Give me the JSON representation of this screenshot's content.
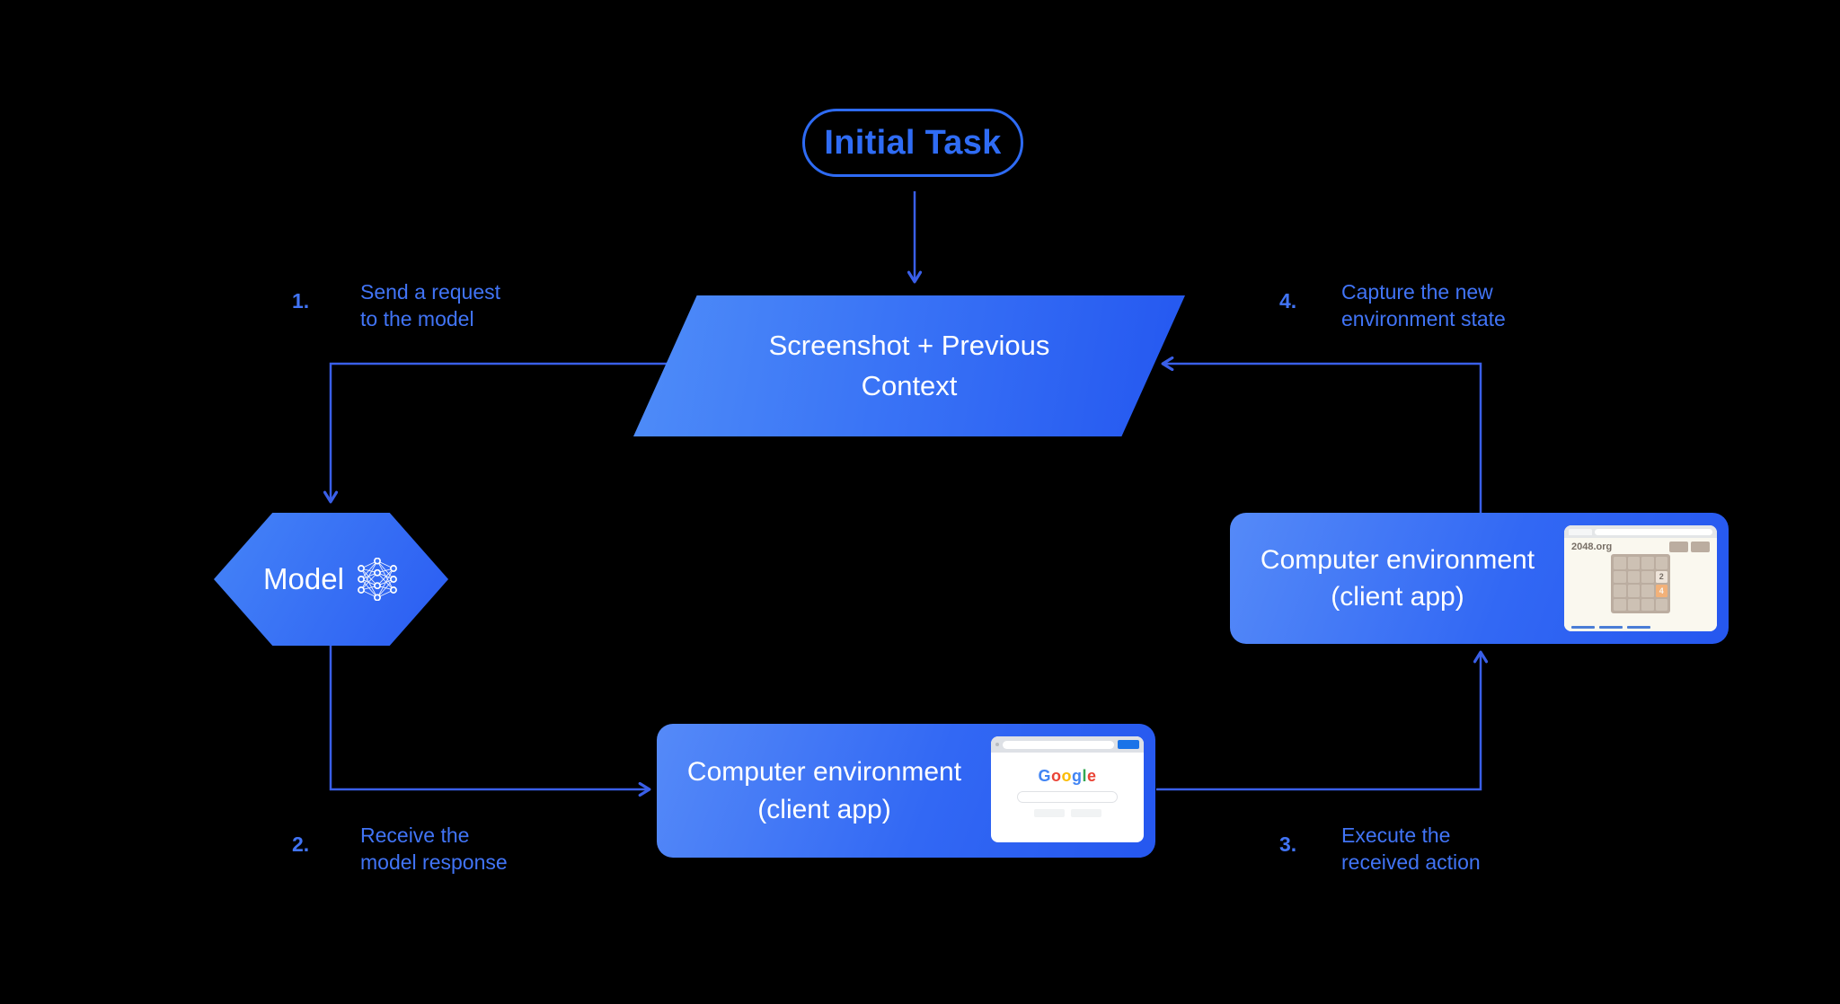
{
  "colors": {
    "background": "#000000",
    "accent_blue": "#2e6bf4",
    "label_blue": "#4174f6",
    "arrow_blue": "#3a5fe8",
    "node_gradient_start": "#4f8df8",
    "node_gradient_end": "#2457f0",
    "google_logo_letter_colors": [
      "#4285F4",
      "#EA4335",
      "#FBBC05",
      "#4285F4",
      "#34A853",
      "#EA4335"
    ],
    "game_board_tan": "#bbada0"
  },
  "nodes": {
    "initial_task": {
      "label": "Initial Task"
    },
    "screenshot_context": {
      "line1": "Screenshot + Previous",
      "line2": "Context"
    },
    "model": {
      "label": "Model",
      "icon": "neural-network-icon"
    },
    "client_env_action": {
      "line1": "Computer environment",
      "line2": "(client app)",
      "thumbnail": "google-search-screenshot"
    },
    "client_env_capture": {
      "line1": "Computer environment",
      "line2": "(client app)",
      "thumbnail": "2048-game-screenshot"
    }
  },
  "steps": [
    {
      "number": "1.",
      "line1": "Send a request",
      "line2": "to the model"
    },
    {
      "number": "2.",
      "line1": "Receive the",
      "line2": "model response"
    },
    {
      "number": "3.",
      "line1": "Execute the",
      "line2": "received action"
    },
    {
      "number": "4.",
      "line1": "Capture the new",
      "line2": "environment state"
    }
  ],
  "thumbnails": {
    "google": {
      "name": "google-search-screenshot",
      "logo_letters": [
        "G",
        "o",
        "o",
        "g",
        "l",
        "e"
      ]
    },
    "game2048": {
      "name": "2048-game-screenshot",
      "site": "2048.org",
      "tiles": {
        "tile_a": "2",
        "tile_b": "4"
      }
    }
  }
}
